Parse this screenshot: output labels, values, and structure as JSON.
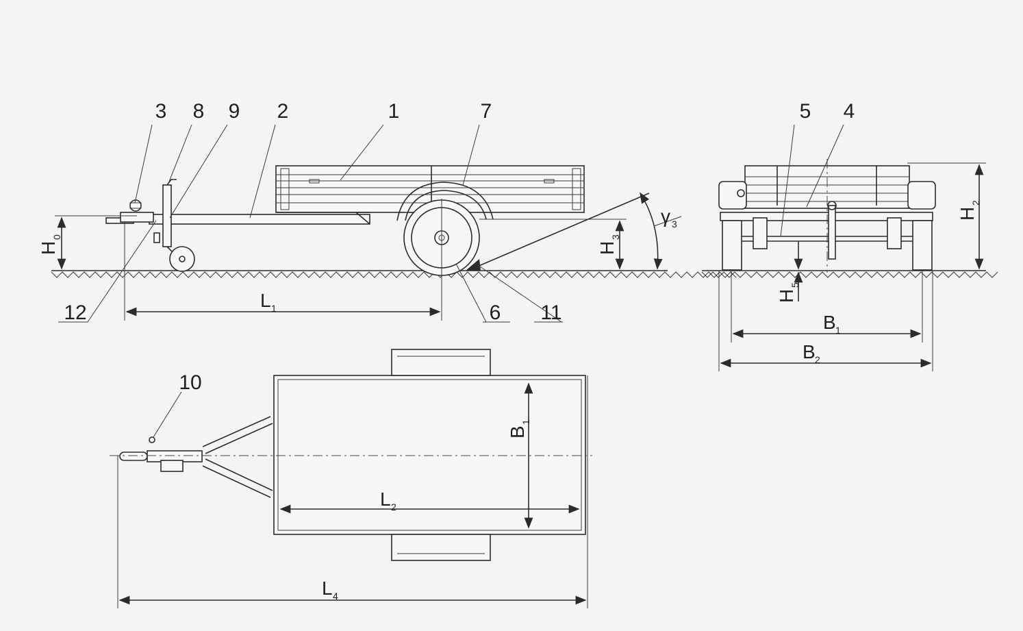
{
  "callouts": [
    "1",
    "2",
    "3",
    "4",
    "5",
    "6",
    "7",
    "8",
    "9",
    "10",
    "11",
    "12"
  ],
  "dimensions": {
    "H0": {
      "main": "H",
      "sub": "0"
    },
    "H2": {
      "main": "H",
      "sub": "2"
    },
    "H3": {
      "main": "H",
      "sub": "3"
    },
    "H5": {
      "main": "H",
      "sub": "5"
    },
    "L1": {
      "main": "L",
      "sub": "1"
    },
    "L2": {
      "main": "L",
      "sub": "2"
    },
    "L4": {
      "main": "L",
      "sub": "4"
    },
    "B1": {
      "main": "B",
      "sub": "1"
    },
    "B2": {
      "main": "B",
      "sub": "2"
    },
    "gamma3": {
      "main": "γ",
      "sub": "3"
    }
  },
  "colors": {
    "ink": "#2b2b2b",
    "paper": "#f4f4f2"
  }
}
